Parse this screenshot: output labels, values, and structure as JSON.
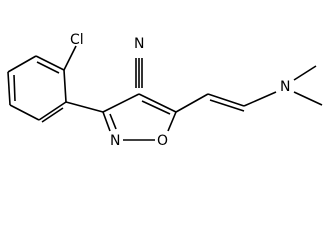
{
  "molecule": {
    "atoms": {
      "cl": "Cl",
      "cn_n": "N",
      "ring_n": "N",
      "ring_o": "O",
      "amine_n": "N"
    },
    "ink_color": "#000000",
    "background": "#ffffff"
  }
}
